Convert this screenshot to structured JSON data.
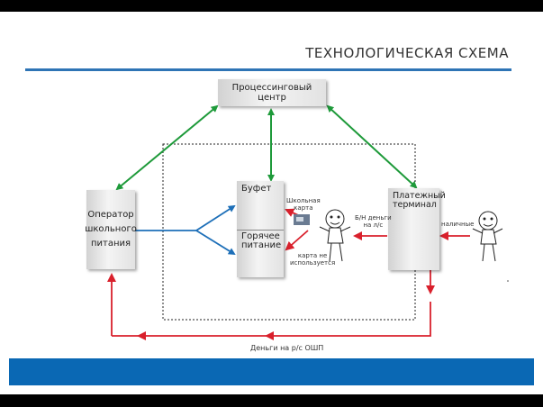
{
  "header": {
    "title": "ТЕХНОЛОГИЧЕСКАЯ СХЕМА"
  },
  "diagram": {
    "processing_center": "Процессинговый центр",
    "operator": [
      "Оператор",
      "школьного",
      "питания"
    ],
    "buffet": "Буфет",
    "hot_meal": [
      "Горячее",
      "питание"
    ],
    "payment_terminal": [
      "Платежный",
      "терминал"
    ],
    "labels": {
      "school_card": [
        "Школьная",
        "карта"
      ],
      "card_not_used": [
        "карта не",
        "используется"
      ],
      "cashless_money": [
        "Б/Н деньги",
        "на л/с"
      ],
      "cash": "наличные",
      "money_to_account": "Деньги на р/с ОШП"
    },
    "colors": {
      "green": "#1e9a3a",
      "blue": "#1d6fb8",
      "red": "#d9202c",
      "brand_blue": "#0a68b4"
    }
  }
}
